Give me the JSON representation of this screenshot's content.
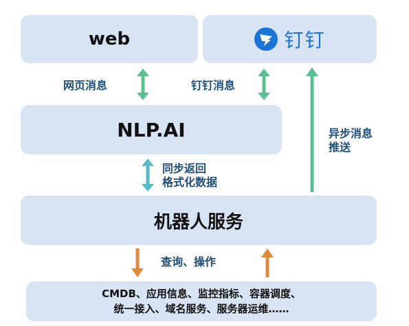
{
  "boxes": {
    "web": "web",
    "dingtalk": "钉钉",
    "nlp": "NLP.AI",
    "robot": "机器人服务",
    "backend_line1": "CMDB、应用信息、监控指标、容器调度、",
    "backend_line2": "统一接入、域名服务、服务器运维……"
  },
  "labels": {
    "web_msg": "网页消息",
    "ding_msg": "钉钉消息",
    "sync_line1": "同步返回",
    "sync_line2": "格式化数据",
    "async_line1": "异步消息",
    "async_line2": "推送",
    "query_op": "查询、操作"
  },
  "icons": {
    "dingtalk_logo": "dingtalk-logo-icon"
  },
  "colors": {
    "box_fill": "#d8e3f3",
    "label_text": "#1f4e79",
    "green_arrow": "#5cbf94",
    "teal_arrow": "#57b9c8",
    "orange_arrow": "#e08a3c",
    "dingtalk_blue": "#1a73d9"
  }
}
